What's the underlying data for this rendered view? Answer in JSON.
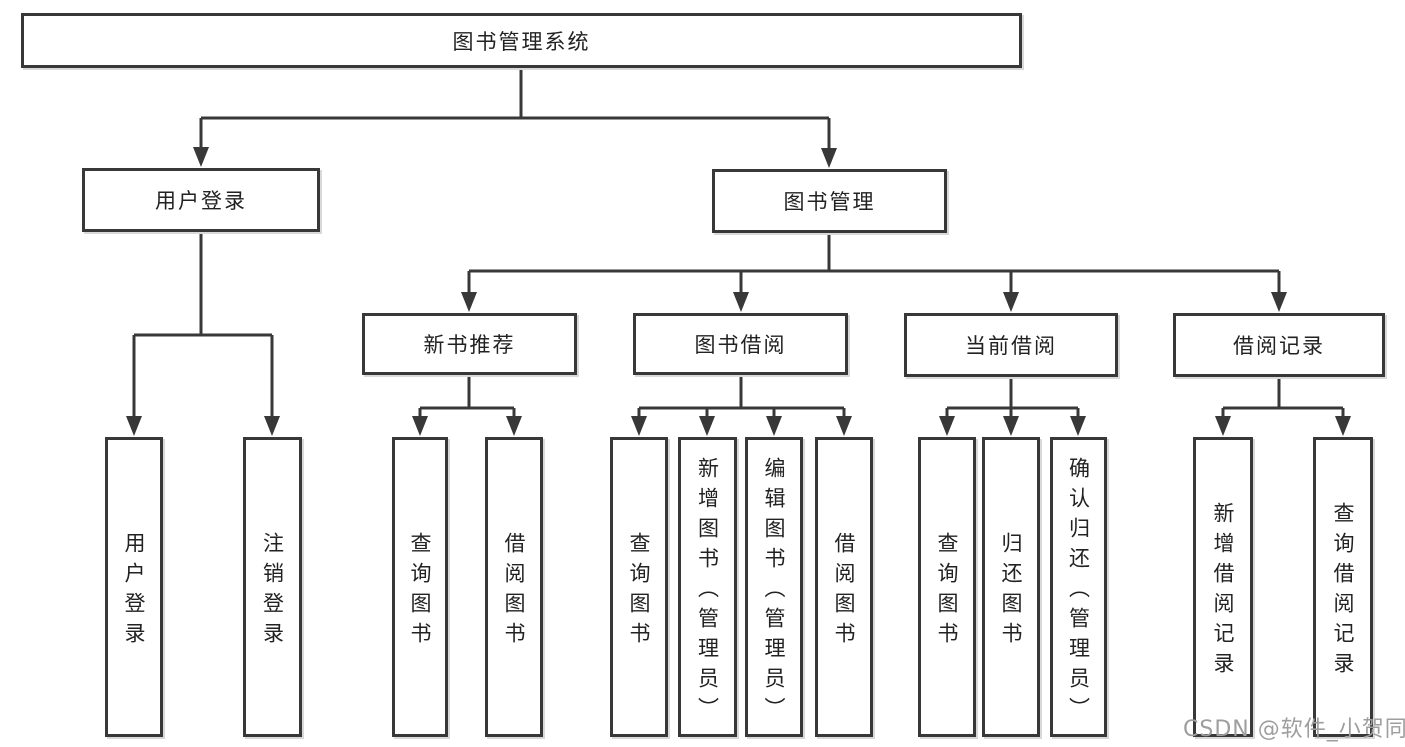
{
  "diagram": {
    "type": "functional-structure-tree",
    "root": {
      "label": "图书管理系统",
      "children": [
        {
          "label": "用户登录",
          "children": [
            {
              "label": "用户登录"
            },
            {
              "label": "注销登录"
            }
          ]
        },
        {
          "label": "图书管理",
          "children": [
            {
              "label": "新书推荐",
              "children": [
                {
                  "label": "查询图书"
                },
                {
                  "label": "借阅图书"
                }
              ]
            },
            {
              "label": "图书借阅",
              "children": [
                {
                  "label": "查询图书"
                },
                {
                  "label": "新增图书（管理员）"
                },
                {
                  "label": "编辑图书（管理员）"
                },
                {
                  "label": "借阅图书"
                }
              ]
            },
            {
              "label": "当前借阅",
              "children": [
                {
                  "label": "查询图书"
                },
                {
                  "label": "归还图书"
                },
                {
                  "label": "确认归还（管理员）"
                }
              ]
            },
            {
              "label": "借阅记录",
              "children": [
                {
                  "label": "新增借阅记录"
                },
                {
                  "label": "查询借阅记录"
                }
              ]
            }
          ]
        }
      ]
    }
  },
  "watermark": {
    "text": "CSDN @软件_小贺同学"
  },
  "colors": {
    "line": "#383838",
    "text": "#222222",
    "box_fill": "#ffffff",
    "background": "#ffffff",
    "watermark": "#9e9e9e"
  }
}
